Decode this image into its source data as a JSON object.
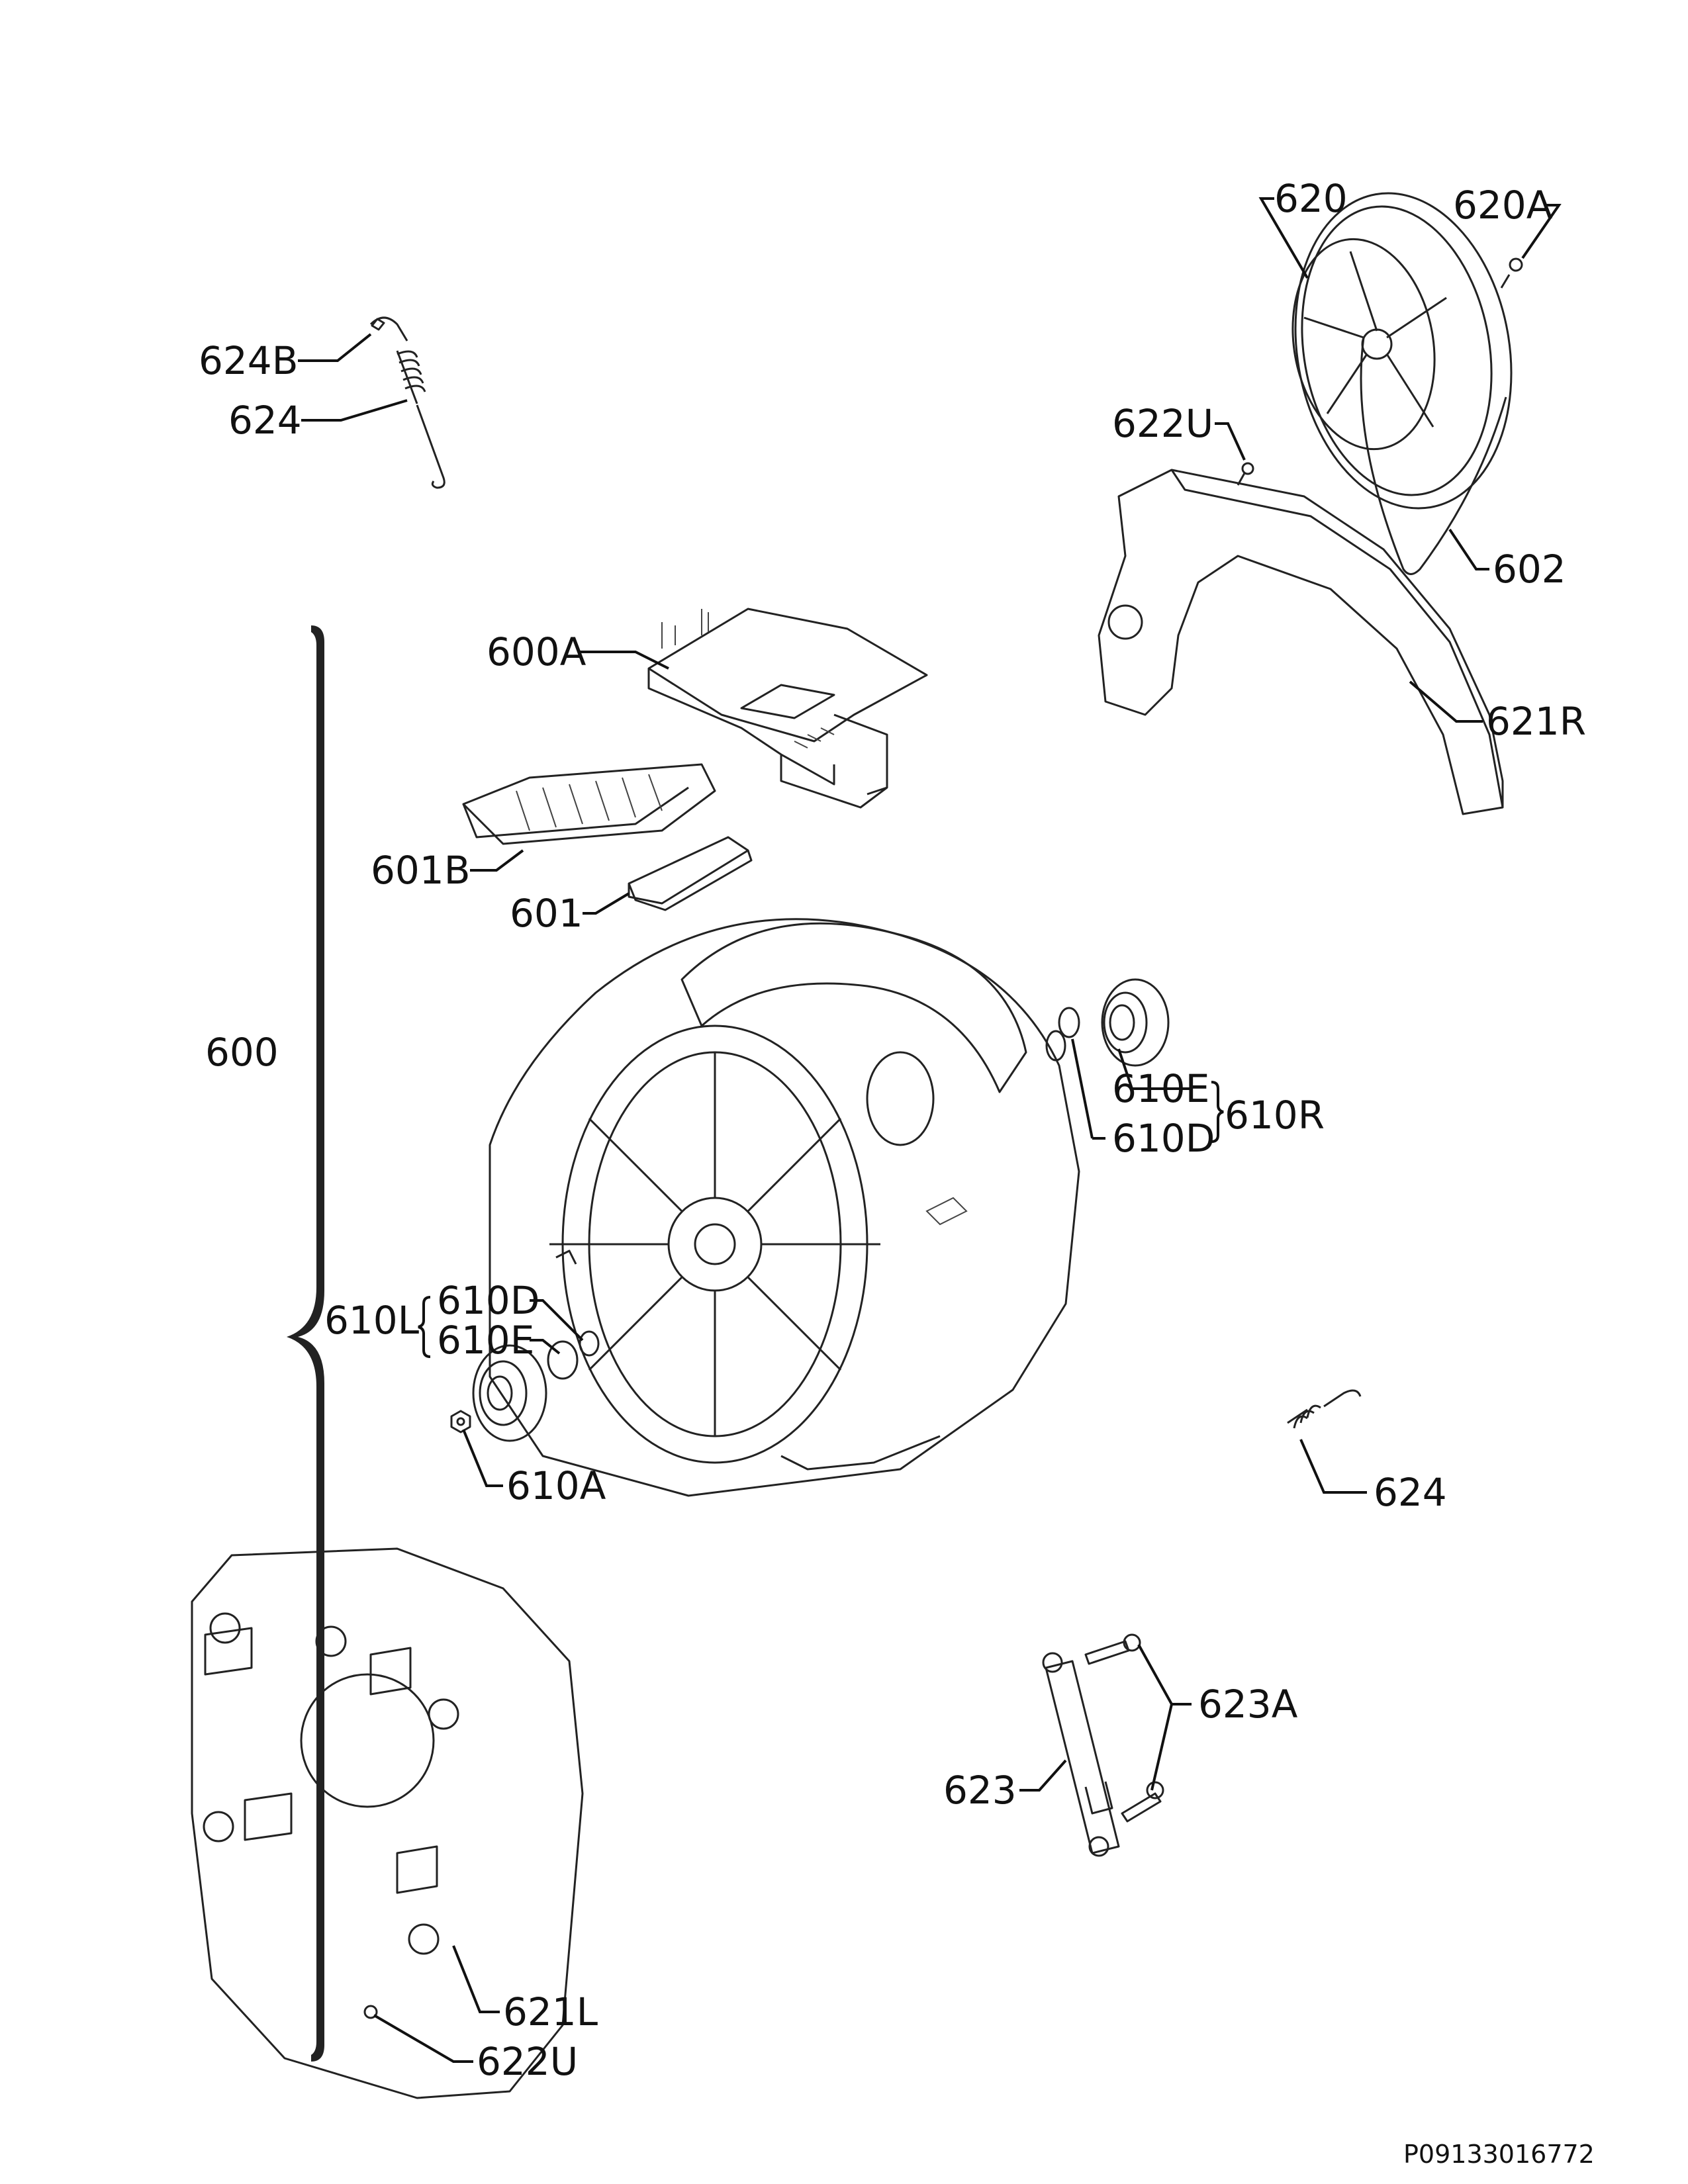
{
  "drawing": {
    "code": "P09133016772"
  },
  "labels": {
    "l600": "600",
    "l600a": "600A",
    "l601": "601",
    "l601b": "601B",
    "l602": "602",
    "l610a": "610A",
    "l610d_right": "610D",
    "l610e_right": "610E",
    "l610r": "610R",
    "l610l": "610L",
    "l610d_left": "610D",
    "l610e_left": "610E",
    "l620": "620",
    "l620a": "620A",
    "l621r": "621R",
    "l621l": "621L",
    "l622u_top": "622U",
    "l622u_bottom": "622U",
    "l623": "623",
    "l623a": "623A",
    "l624_top": "624",
    "l624b": "624B",
    "l624_right": "624"
  },
  "colors": {
    "line": "#111111",
    "background": "#ffffff"
  }
}
